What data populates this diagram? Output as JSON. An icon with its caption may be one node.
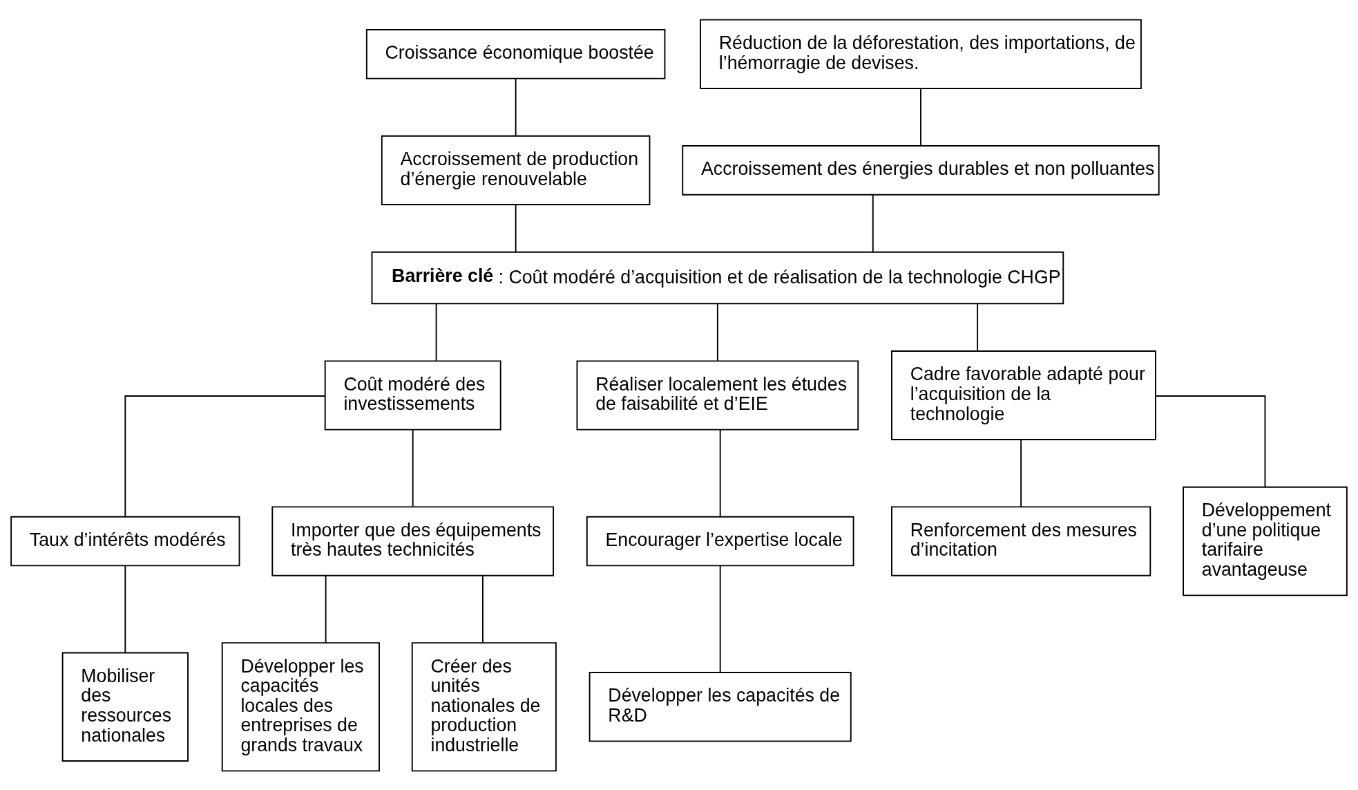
{
  "diagram": {
    "nodes": [
      {
        "text": [
          "Croissance économique boostée"
        ]
      },
      {
        "text": [
          "Accroissement de production d’énergie renouvelable"
        ]
      },
      {
        "text": [
          "Réduction de la déforestation, des importations, de l’hémorragie de devises."
        ]
      },
      {
        "text": [
          "Accroissement des énergies durables et non polluantes"
        ]
      },
      {
        "text": [
          "**Barrière clé** : Coût modéré d’acquisition et de réalisation de la technologie CHGP"
        ]
      },
      {
        "text": [
          "Coût modéré des investissements"
        ]
      },
      {
        "text": [
          "Réaliser localement les études de faisabilité et d’EIE"
        ]
      },
      {
        "text": [
          "Cadre favorable adapté pour l’acquisition de la technologie"
        ]
      },
      {
        "text": [
          "Taux d’intérêts modérés"
        ]
      },
      {
        "text": [
          "Importer que des équipements très hautes technicités"
        ]
      },
      {
        "text": [
          "Encourager l’expertise locale"
        ]
      },
      {
        "text": [
          "Renforcement des mesures d’incitation"
        ]
      },
      {
        "text": [
          "Développement d’une politique tarifaire avantageuse"
        ]
      },
      {
        "text": [
          "Mobiliser des ressources nationales"
        ]
      },
      {
        "text": [
          "Développer les capacités locales des entreprises de grands travaux"
        ]
      },
      {
        "text": [
          "Créer des unités nationales de production industrielle"
        ]
      },
      {
        "text": [
          "Développer les capacités de R&D"
        ]
      }
    ],
    "edges": [
      {
        "from": 0,
        "to": 1,
        "arrow": "none"
      },
      {
        "from": 2,
        "to": 3,
        "arrow": "none"
      },
      {
        "from": 1,
        "to": 4,
        "arrow": "none"
      },
      {
        "from": 3,
        "to": 4,
        "arrow": "none"
      },
      {
        "from": 4,
        "to": 5,
        "arrow": "none"
      },
      {
        "from": 4,
        "to": 6,
        "arrow": "none"
      },
      {
        "from": 4,
        "to": 7,
        "arrow": "none"
      },
      {
        "from": 5,
        "to": 8,
        "arrow": "none"
      },
      {
        "from": 5,
        "to": 9,
        "arrow": "none"
      },
      {
        "from": 6,
        "to": 10,
        "arrow": "none"
      },
      {
        "from": 7,
        "to": 11,
        "arrow": "none"
      },
      {
        "from": 7,
        "to": 12,
        "arrow": "none"
      },
      {
        "from": 8,
        "to": 13,
        "arrow": "none"
      },
      {
        "from": 9,
        "to": 14,
        "arrow": "none"
      },
      {
        "from": 9,
        "to": 15,
        "arrow": "none"
      },
      {
        "from": 10,
        "to": 16,
        "arrow": "none"
      }
    ]
  }
}
